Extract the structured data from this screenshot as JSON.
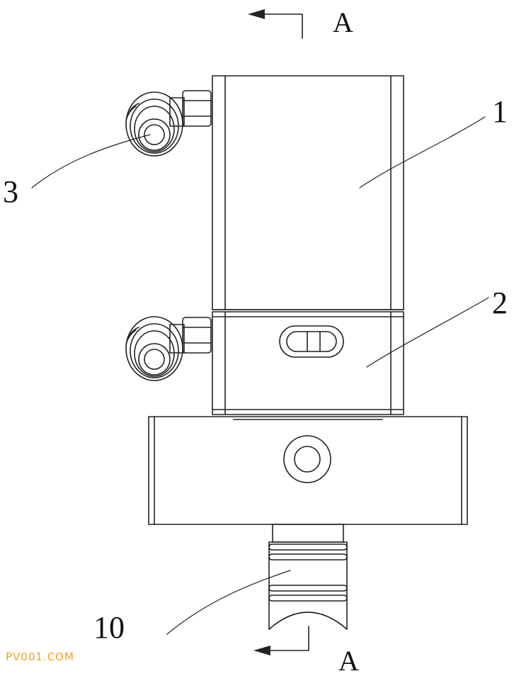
{
  "labels": {
    "part_1": "1",
    "part_2": "2",
    "part_3": "3",
    "part_10": "10",
    "section_top": "A",
    "section_bottom": "A"
  },
  "watermark": "PV001.COM",
  "colors": {
    "line": "#222222",
    "watermark": "#f0a020"
  }
}
